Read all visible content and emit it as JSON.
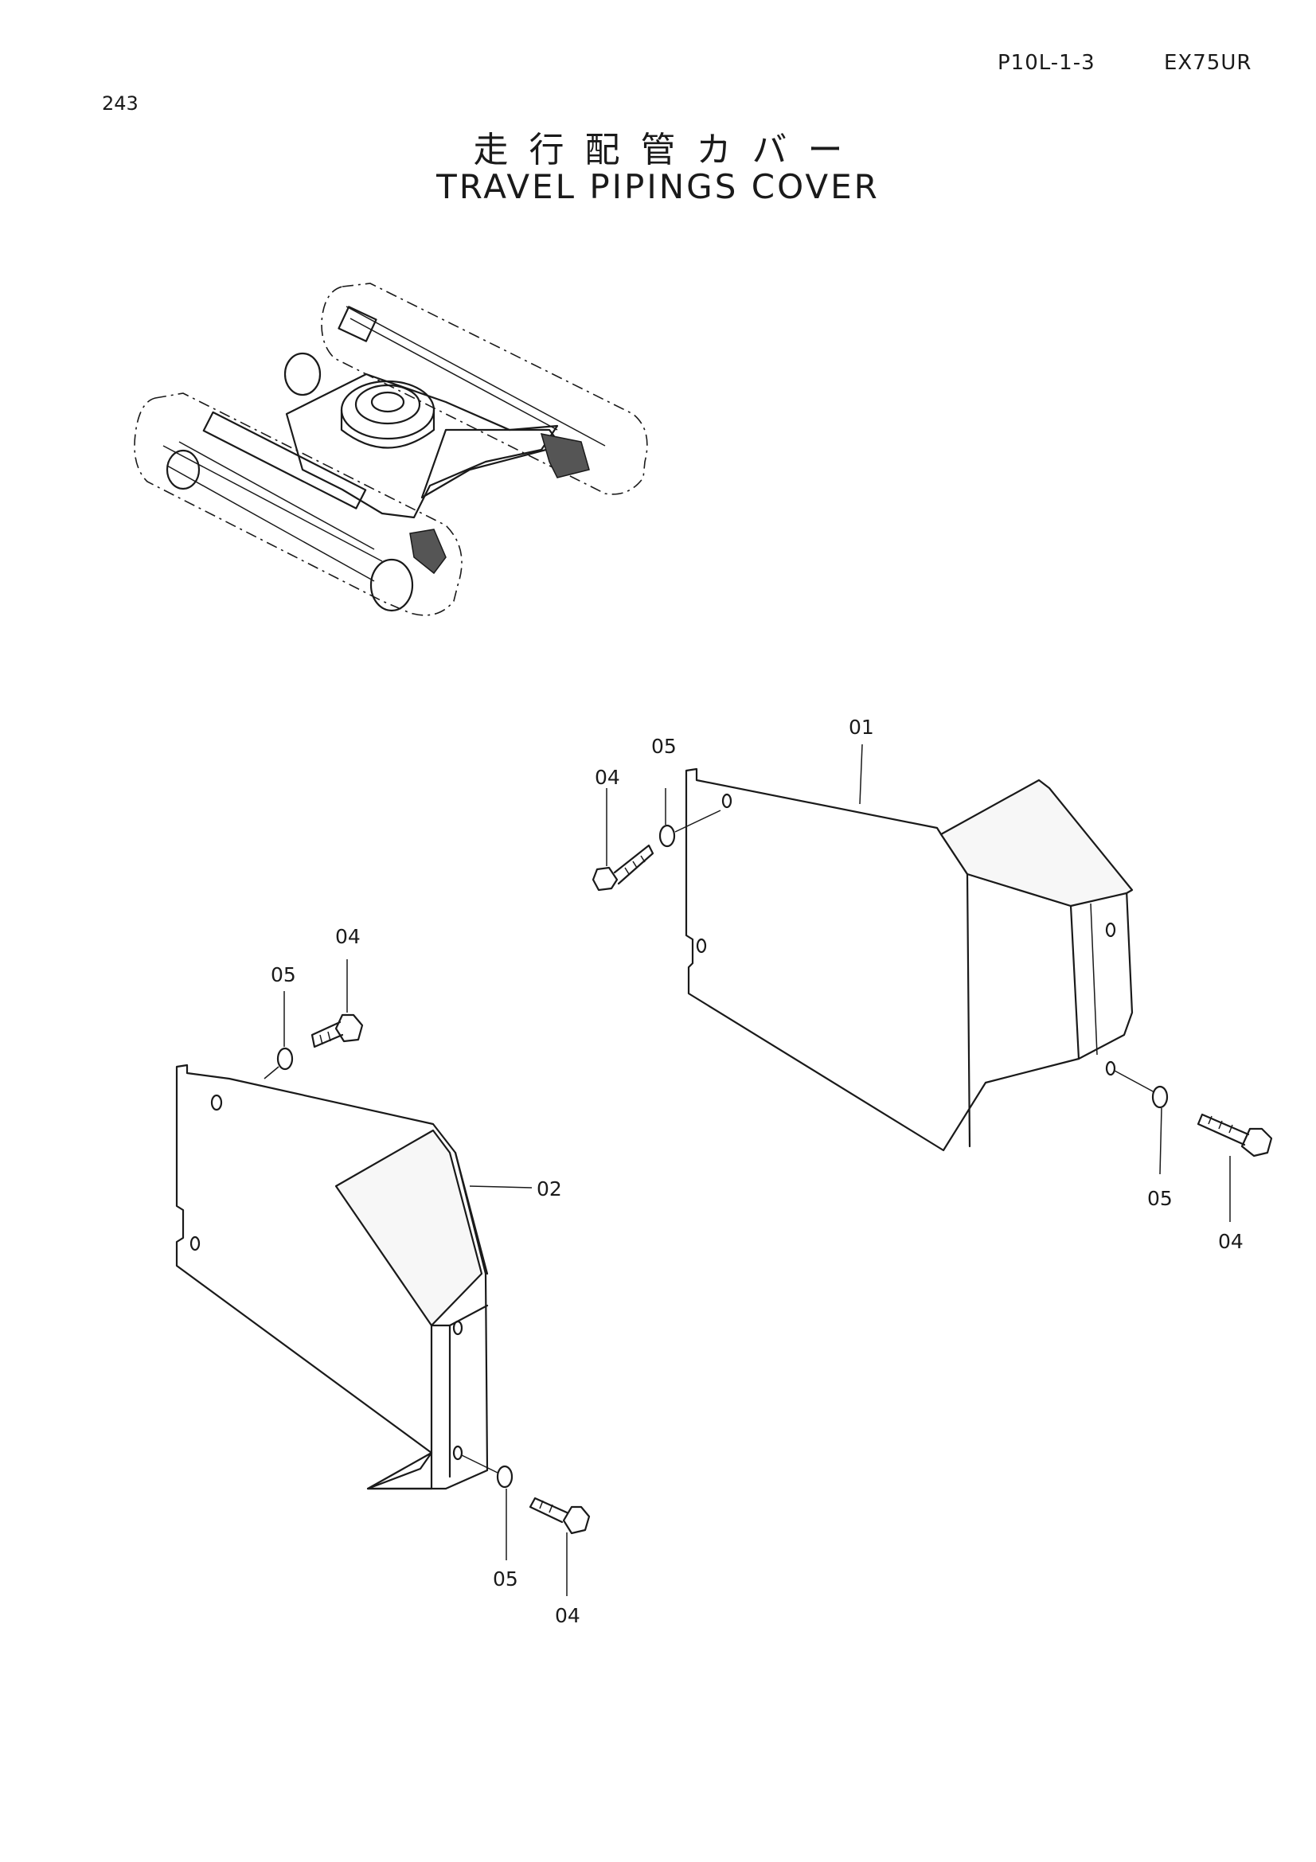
{
  "header": {
    "page_number": "243",
    "page_code": "P10L-1-3",
    "model": "EX75UR"
  },
  "title": {
    "japanese": "走行配管カバー",
    "english": "TRAVEL PIPINGS COVER"
  },
  "callouts": {
    "right_cover": "01",
    "left_cover": "02",
    "right_top_bolt": "04",
    "right_top_washer": "05",
    "right_bottom_washer": "05",
    "right_bottom_bolt": "04",
    "left_top_bolt": "04",
    "left_top_washer": "05",
    "left_bottom_washer": "05",
    "left_bottom_bolt": "04"
  }
}
